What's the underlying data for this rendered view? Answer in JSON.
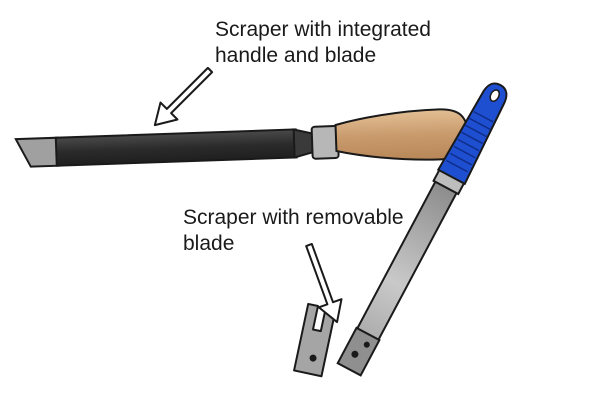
{
  "labels": {
    "integrated": {
      "line1": "Scraper with integrated",
      "line2": "handle and blade"
    },
    "removable": {
      "line1": "Scraper with removable",
      "line2": "blade"
    }
  },
  "colors": {
    "wood_handle": "#c89a6c",
    "black_shaft": "#2b2b2b",
    "blade_grey": "#9a9a9a",
    "blue_grip": "#1f4fd1",
    "outline": "#1a1a1a"
  },
  "icons": {
    "arrow_top": "outline-arrow",
    "arrow_bottom": "outline-arrow"
  }
}
